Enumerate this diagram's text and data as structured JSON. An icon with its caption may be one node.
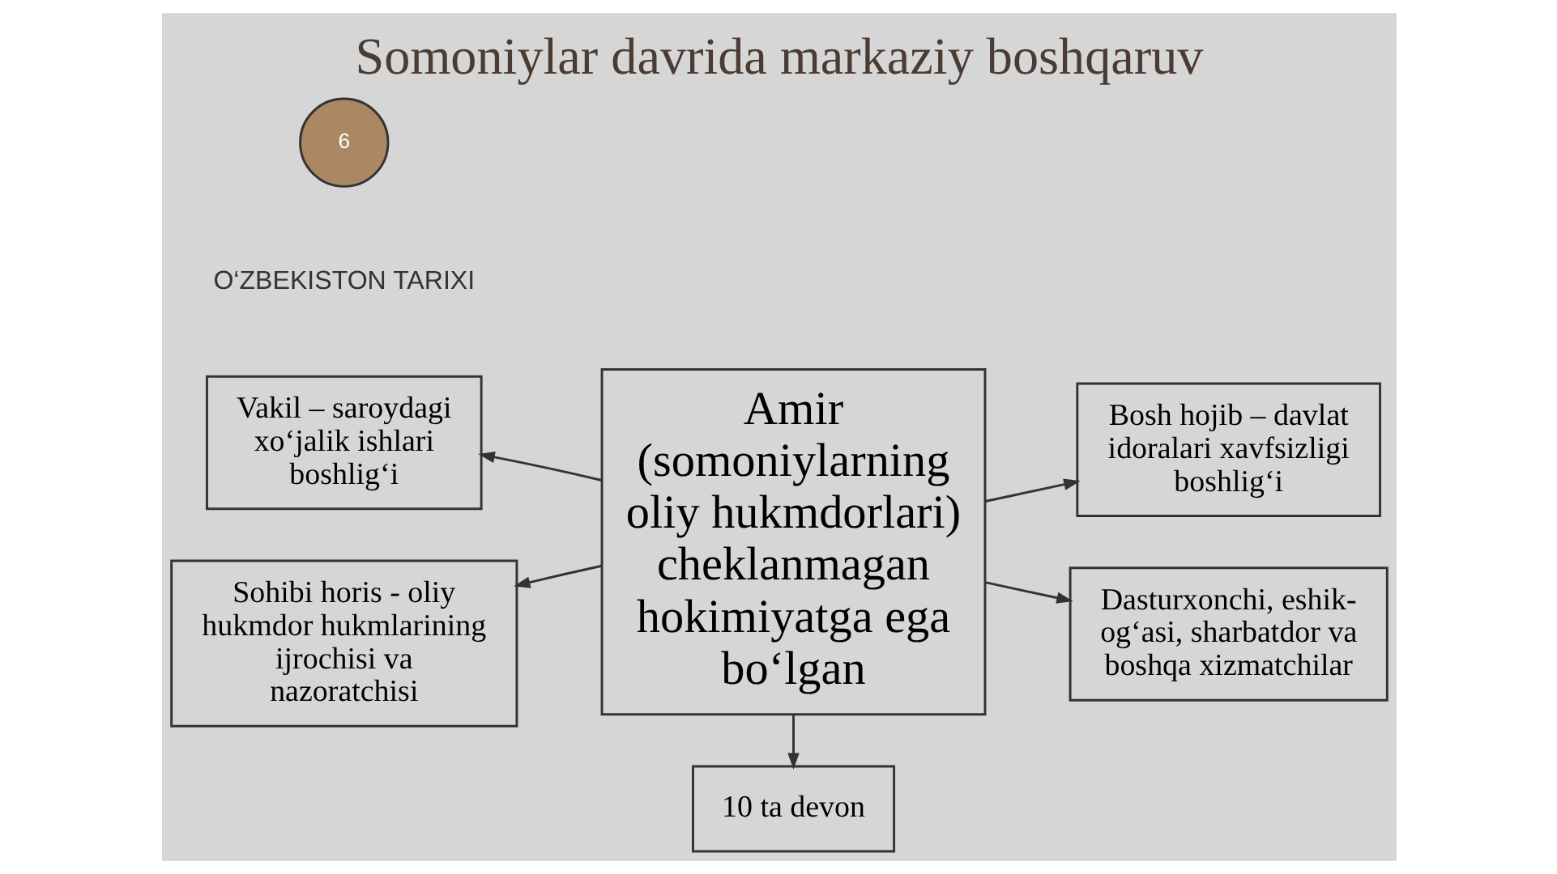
{
  "diagram": {
    "title": "Somoniylar davrida markaziy boshqaruv",
    "nodes": [
      {
        "text": [
          "10 ta devon"
        ]
      },
      {
        "text": [
          "Amir (somoniylarning oliy hukmdorlari) cheklanmagan hokimiyatga ega bo‘lgan"
        ]
      },
      {
        "text": [
          "Vakil – saroydagi xo‘jalik ishlari boshlig‘i"
        ]
      },
      {
        "text": [
          "Bosh hojib – davlat idoralari xavfsizligi boshlig‘i"
        ]
      },
      {
        "text": [
          "Sohibi horis - oliy hukmdor hukmlarining ijrochisi va nazoratchisi"
        ]
      },
      {
        "text": [
          "Dasturxonchi, eshik-og‘asi, sharbatdor va boshqa xizmatchilar"
        ]
      }
    ],
    "edges": [
      {
        "from": 1,
        "to": 0,
        "arrow": "to"
      },
      {
        "from": 1,
        "to": 2,
        "arrow": "to"
      },
      {
        "from": 1,
        "to": 3,
        "arrow": "to"
      },
      {
        "from": 1,
        "to": 4,
        "arrow": "to"
      },
      {
        "from": 1,
        "to": 5,
        "arrow": "to"
      }
    ],
    "labels": [
      "O‘ZBEKISTON TARIXI",
      "6"
    ]
  }
}
